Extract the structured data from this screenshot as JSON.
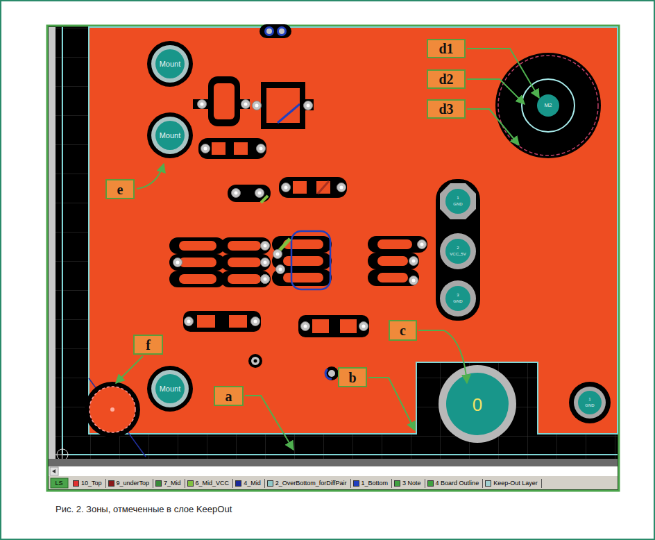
{
  "diagram": {
    "caption": "Рис. 2. Зоны, отмеченные в слое KeepOut",
    "nodes": [
      {
        "text": [
          "d1"
        ]
      },
      {
        "text": [
          "d2"
        ]
      },
      {
        "text": [
          "d3"
        ]
      },
      {
        "text": [
          "e"
        ]
      },
      {
        "text": [
          "c"
        ]
      },
      {
        "text": [
          "f"
        ]
      },
      {
        "text": [
          "b"
        ]
      },
      {
        "text": [
          "a"
        ]
      }
    ],
    "labels": [
      "Mount",
      "Mount",
      "M2",
      "1",
      "GND",
      "2",
      "VCC_5V",
      "3",
      "GND",
      "Mount",
      "0",
      "1",
      "GND",
      "LS"
    ],
    "legend": [
      {
        "text": "10_Top",
        "color": "#e03030"
      },
      {
        "text": "9_underTop",
        "color": "#8a1a1a"
      },
      {
        "text": "7_Mid",
        "color": "#3a8a3a"
      },
      {
        "text": "6_Mid_VCC",
        "color": "#80c040"
      },
      {
        "text": "4_Mid",
        "color": "#1a2a9a"
      },
      {
        "text": "2_OverBottom_forDiffPair",
        "color": "#90c8c8"
      },
      {
        "text": "1_Bottom",
        "color": "#2040c0"
      },
      {
        "text": "3 Note",
        "color": "#40a040"
      },
      {
        "text": "4 Board Outline",
        "color": "#40a040"
      },
      {
        "text": "Keep-Out Layer",
        "color": "#a0d0d0"
      }
    ]
  }
}
